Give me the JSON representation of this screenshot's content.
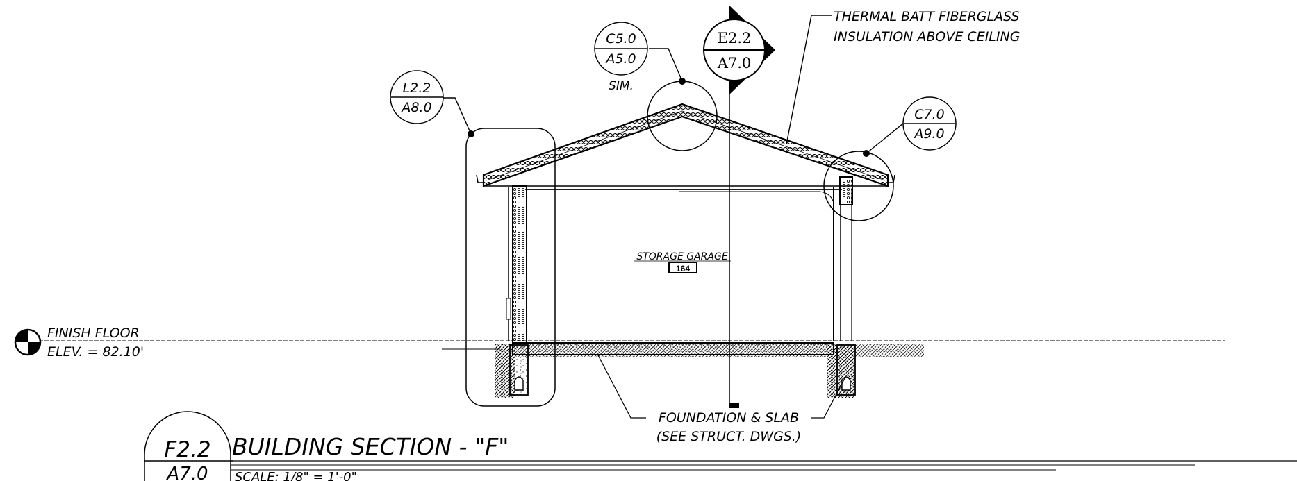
{
  "callouts": {
    "l22": {
      "top": "L2.2",
      "bottom": "A8.0"
    },
    "c50": {
      "top": "C5.0",
      "bottom": "A5.0",
      "note": "SIM."
    },
    "e22": {
      "top": "E2.2",
      "bottom": "A7.0"
    },
    "c70": {
      "top": "C7.0",
      "bottom": "A9.0"
    }
  },
  "notes": {
    "insulation_line1": "THERMAL BATT FIBERGLASS",
    "insulation_line2": "INSULATION ABOVE CEILING",
    "foundation_line1": "FOUNDATION & SLAB",
    "foundation_line2": "(SEE STRUCT. DWGS.)"
  },
  "room": {
    "name": "STORAGE GARAGE",
    "number": "164"
  },
  "floor": {
    "line1": "FINISH FLOOR",
    "line2": "ELEV. = 82.10'"
  },
  "title_block": {
    "detail_number": "F2.2",
    "sheet_number": "A7.0",
    "title": "BUILDING SECTION - \"F\"",
    "scale": "SCALE: 1/8\" = 1'-0\""
  },
  "colors": {
    "ink": "#000000",
    "paper": "#ffffff",
    "hatch": "#333333"
  }
}
